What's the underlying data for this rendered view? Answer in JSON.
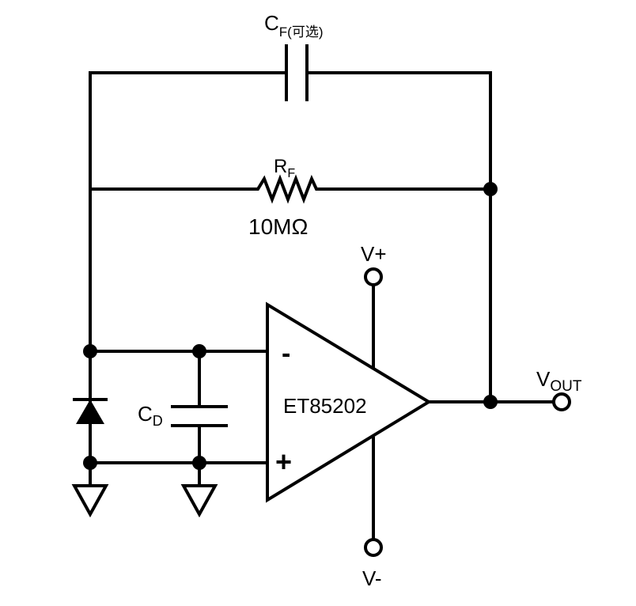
{
  "labels": {
    "cf_main": "C",
    "cf_sub": "F(可选)",
    "rf_main": "R",
    "rf_sub": "F",
    "rf_value": "10MΩ",
    "vplus": "V+",
    "vminus": "V-",
    "vout_main": "V",
    "vout_sub": "OUT",
    "cd_main": "C",
    "cd_sub": "D",
    "opamp_name": "ET85202",
    "inv_sign": "-",
    "noninv_sign": "+"
  }
}
